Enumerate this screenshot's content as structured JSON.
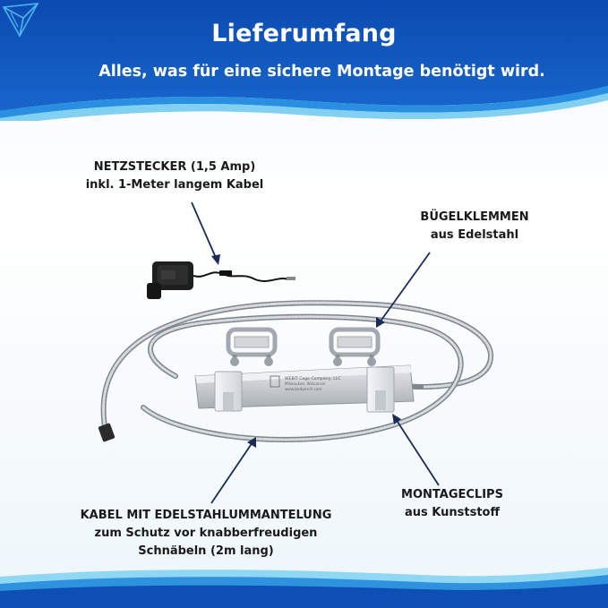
{
  "header": {
    "title": "Lieferumfang",
    "subtitle": "Alles, was für eine sichere Montage benötigt wird.",
    "colors": {
      "dark_blue": "#0d4fb5",
      "mid_blue": "#1f7fd8",
      "light_blue": "#5cc2ee"
    }
  },
  "logo": {
    "icon": "bird-logo-icon"
  },
  "labels": {
    "netzstecker": {
      "line1": "NETZSTECKER (1,5 Amp)",
      "line2": "inkl. 1-Meter langem Kabel"
    },
    "buegelklemmen": {
      "line1": "BÜGELKLEMMEN",
      "line2": "aus Edelstahl"
    },
    "montageclips": {
      "line1": "MONTAGECLIPS",
      "line2": "aus Kunststoff"
    },
    "kabel": {
      "line1": "KABEL MIT EDELSTAHLUMMANTELUNG",
      "line2": "zum Schutz vor knabberfreudigen",
      "line3": "Schnäbeln (2m lang)"
    }
  },
  "product": {
    "bar_text_1": "WEBIT Cage Company, LLC",
    "bar_text_2": "Milwaukee, Wisconsin",
    "bar_text_3": "www.birdperch.com"
  }
}
